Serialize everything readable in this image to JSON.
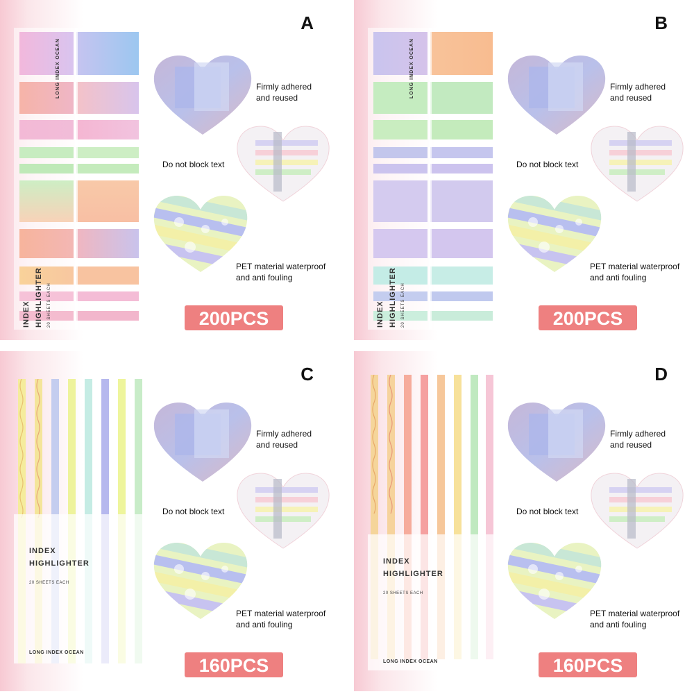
{
  "panels": [
    {
      "letter": "A",
      "count": "200PCS"
    },
    {
      "letter": "B",
      "count": "200PCS"
    },
    {
      "letter": "C",
      "count": "160PCS"
    },
    {
      "letter": "D",
      "count": "160PCS"
    }
  ],
  "features": {
    "adhered_line1": "Firmly adhered",
    "adhered_line2": "and reused",
    "block": "Do not block text",
    "pet_line1": "PET material waterproof",
    "pet_line2": "and anti fouling"
  },
  "pack": {
    "brand": "LONG INDEX OCEAN",
    "title_line1": "INDEX",
    "title_line2": "HIGHLIGHTER",
    "sheets": "20 SHEETS EACH"
  },
  "colors": {
    "pcs_badge": "#ee8080",
    "page_edge_pink": "#f7c9d3"
  }
}
